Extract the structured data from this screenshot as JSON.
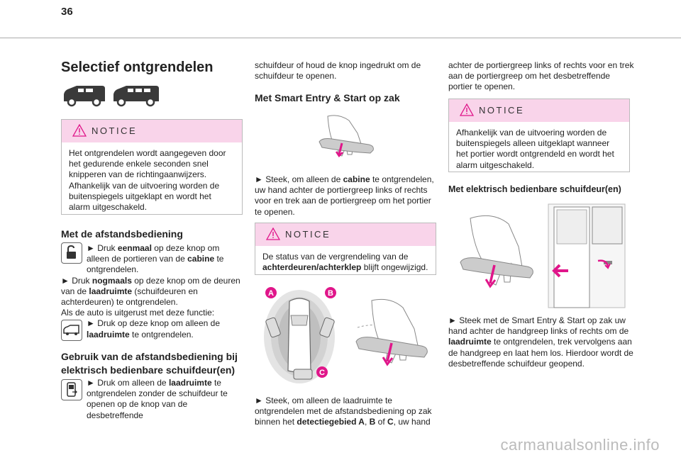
{
  "page": {
    "number": "36"
  },
  "col1": {
    "title": "Selectief ontgrendelen",
    "notice1": {
      "label": "NOTICE",
      "text1": "Het ontgrendelen wordt aangegeven door het gedurende enkele seconden snel knipperen van de richtingaanwijzers.",
      "text2": "Afhankelijk van de uitvoering worden de buitenspiegels uitgeklapt en wordt het alarm uitgeschakeld."
    },
    "remote_heading": "Met de afstandsbediening",
    "r1a": "► Druk ",
    "r1b": "eenmaal",
    "r1c": " op deze knop om alleen de portieren van de ",
    "r1d": "cabine",
    "r1e": " te ontgrendelen.",
    "r2a": "► Druk ",
    "r2b": "nogmaals",
    "r2c": " op deze knop om de deuren van de ",
    "r2d": "laadruimte",
    "r2e": " (schuifdeuren en achterdeuren) te ontgrendelen.",
    "r3": "Als de auto is uitgerust met deze functie:",
    "r4a": "► Druk op deze knop om alleen de ",
    "r4b": "laadruimte",
    "r4c": " te ontgrendelen.",
    "heading2": "Gebruik van de afstandsbediening bij elektrisch bedienbare schuifdeur(en)",
    "r5a": "► Druk om alleen de ",
    "r5b": "laadruimte",
    "r5c": " te ontgrendelen zonder de schuifdeur te openen op de knop van de desbetreffende"
  },
  "col2": {
    "cont": "schuifdeur of houd de knop ingedrukt om de schuifdeur te openen.",
    "heading": "Met Smart Entry & Start op zak",
    "s1a": "► Steek, om alleen de ",
    "s1b": "cabine",
    "s1c": " te ontgrendelen, uw hand achter de portiergreep links of rechts voor en trek aan de portiergreep om het portier te openen.",
    "notice2": {
      "label": "NOTICE",
      "text_a": "De status van de vergrendeling van de ",
      "text_b": "achterdeuren/achterklep",
      "text_c": " blijft ongewijzigd."
    },
    "zone_a": "A",
    "zone_b": "B",
    "zone_c": "C",
    "s2a": "► Steek, om alleen de laadruimte te ontgrendelen met de afstandsbediening op zak binnen het ",
    "s2b": "detectiegebied A",
    "s2c": ", ",
    "s2d": "B",
    "s2e": " of ",
    "s2f": "C",
    "s2g": ", uw hand"
  },
  "col3": {
    "cont": "achter de portiergreep links of rechts voor en trek aan de portiergreep om het desbetreffende portier te openen.",
    "notice3": {
      "label": "NOTICE",
      "text": "Afhankelijk van de uitvoering worden de buitenspiegels alleen uitgeklapt wanneer het portier wordt ontgrendeld en wordt het alarm uitgeschakeld."
    },
    "heading": "Met elektrisch bedienbare schuifdeur(en)",
    "s3a": "► Steek met de Smart Entry & Start op zak uw hand achter de handgreep links of rechts om de ",
    "s3b": "laadruimte",
    "s3c": " te ontgrendelen, trek vervolgens aan de handgreep en laat hem los. Hierdoor wordt de desbetreffende schuifdeur geopend."
  },
  "footer": "carmanualsonline.info",
  "colors": {
    "notice_header": "#f9d4ea",
    "arrow": "#e0168a",
    "warning": "#e0168a"
  }
}
